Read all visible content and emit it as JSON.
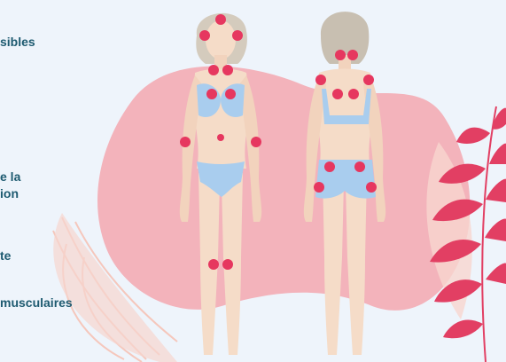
{
  "labels": {
    "line1": "sibles",
    "line2a": "e la",
    "line2b": "ion",
    "line3": "te",
    "line4": "musculaires"
  },
  "colors": {
    "background": "#eef4fb",
    "blob": "#f3b3bb",
    "marker": "#e6375f",
    "text": "#1d5a70",
    "leaf_pink": "#e23f63",
    "leaf_peach": "#f7d6cf"
  }
}
